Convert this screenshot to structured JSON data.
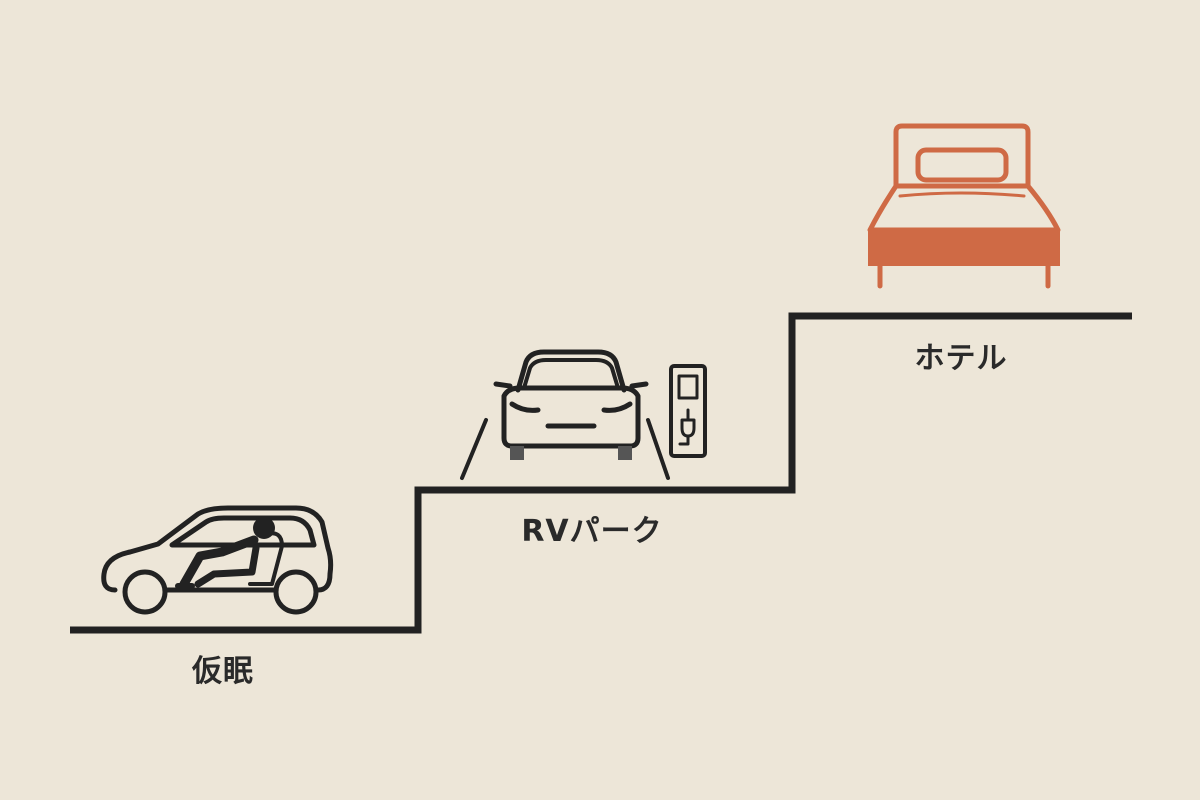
{
  "steps": [
    {
      "label": "仮眠",
      "icon": "car-sleeping-icon"
    },
    {
      "label": "RVパーク",
      "icon": "car-charging-icon"
    },
    {
      "label": "ホテル",
      "icon": "hotel-bed-icon"
    }
  ],
  "colors": {
    "background": "#ede6d8",
    "line": "#222222",
    "accent": "#cf6a45"
  }
}
